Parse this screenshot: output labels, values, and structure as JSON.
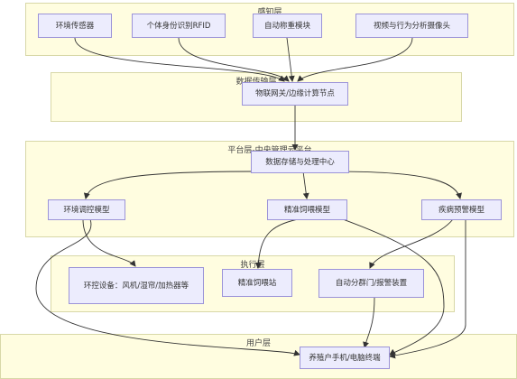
{
  "layers": {
    "perception": "感知层",
    "transmission": "数据传输层",
    "platform": "平台层-中央管理云平台",
    "execution": "执行层",
    "user": "用户层"
  },
  "nodes": {
    "env_sensor": "环境传感器",
    "rfid": "个体身份识别RFID",
    "weighing": "自动称重模块",
    "camera": "视频与行为分析摄像头",
    "gateway": "物联网关/边缘计算节点",
    "data_center": "数据存储与处理中心",
    "env_model": "环境调控模型",
    "feeding_model": "精准饲喂模型",
    "disease_model": "疾病预警模型",
    "env_equipment": "环控设备：风机/湿帘/加热器等",
    "feeding_station": "精准饲喂站",
    "gate_alarm": "自动分群门/报警装置",
    "terminal": "养殖户手机/电脑终端"
  },
  "colors": {
    "layer_fill": "#fffde0",
    "node_fill": "#ececfd",
    "node_border": "#9b93d8",
    "edge": "#333333"
  }
}
